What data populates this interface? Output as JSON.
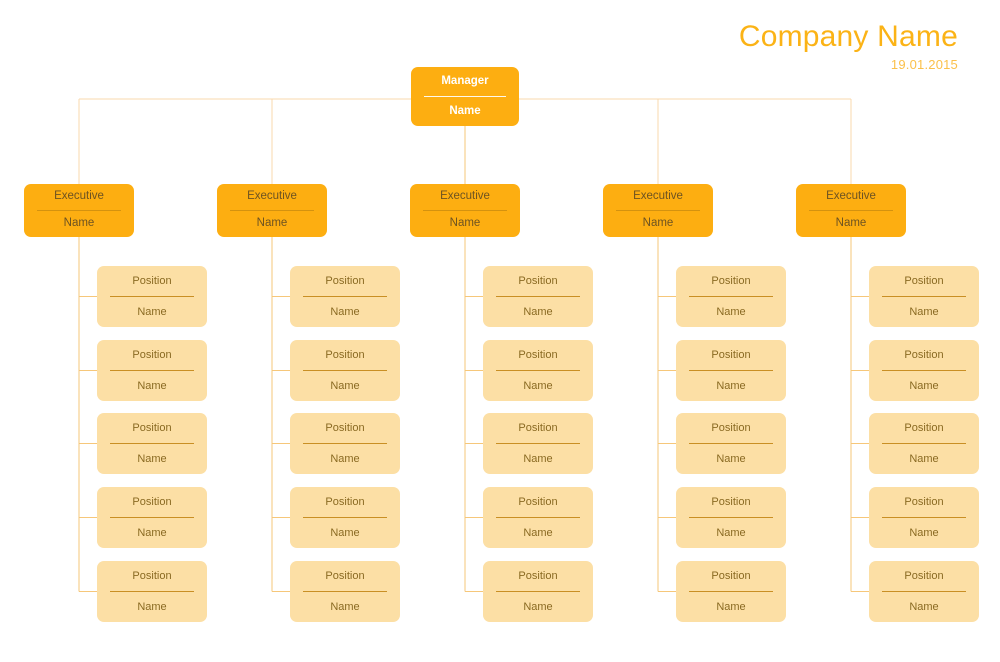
{
  "header": {
    "company_title": "Company Name",
    "date": "19.01.2015",
    "title_color": "#FBB316",
    "date_color": "#FBC04A"
  },
  "theme": {
    "background": "#FFFFFF",
    "manager_fill": "#FDAE11",
    "manager_text": "#FFFFFF",
    "executive_fill": "#FDAE11",
    "executive_text": "#6D5322",
    "position_fill": "#FCDFA5",
    "position_text": "#8A6A22",
    "connector_line": "#F6C77A",
    "connector_line_light": "#FAD9AE"
  },
  "chart": {
    "type": "org-chart",
    "levels": 3,
    "root": {
      "title": "Manager",
      "name": "Name"
    },
    "branches": [
      {
        "executive": {
          "title": "Executive",
          "name": "Name"
        },
        "positions": [
          {
            "title": "Position",
            "name": "Name"
          },
          {
            "title": "Position",
            "name": "Name"
          },
          {
            "title": "Position",
            "name": "Name"
          },
          {
            "title": "Position",
            "name": "Name"
          },
          {
            "title": "Position",
            "name": "Name"
          }
        ]
      },
      {
        "executive": {
          "title": "Executive",
          "name": "Name"
        },
        "positions": [
          {
            "title": "Position",
            "name": "Name"
          },
          {
            "title": "Position",
            "name": "Name"
          },
          {
            "title": "Position",
            "name": "Name"
          },
          {
            "title": "Position",
            "name": "Name"
          },
          {
            "title": "Position",
            "name": "Name"
          }
        ]
      },
      {
        "executive": {
          "title": "Executive",
          "name": "Name"
        },
        "positions": [
          {
            "title": "Position",
            "name": "Name"
          },
          {
            "title": "Position",
            "name": "Name"
          },
          {
            "title": "Position",
            "name": "Name"
          },
          {
            "title": "Position",
            "name": "Name"
          },
          {
            "title": "Position",
            "name": "Name"
          }
        ]
      },
      {
        "executive": {
          "title": "Executive",
          "name": "Name"
        },
        "positions": [
          {
            "title": "Position",
            "name": "Name"
          },
          {
            "title": "Position",
            "name": "Name"
          },
          {
            "title": "Position",
            "name": "Name"
          },
          {
            "title": "Position",
            "name": "Name"
          },
          {
            "title": "Position",
            "name": "Name"
          }
        ]
      },
      {
        "executive": {
          "title": "Executive",
          "name": "Name"
        },
        "positions": [
          {
            "title": "Position",
            "name": "Name"
          },
          {
            "title": "Position",
            "name": "Name"
          },
          {
            "title": "Position",
            "name": "Name"
          },
          {
            "title": "Position",
            "name": "Name"
          },
          {
            "title": "Position",
            "name": "Name"
          }
        ]
      }
    ]
  }
}
